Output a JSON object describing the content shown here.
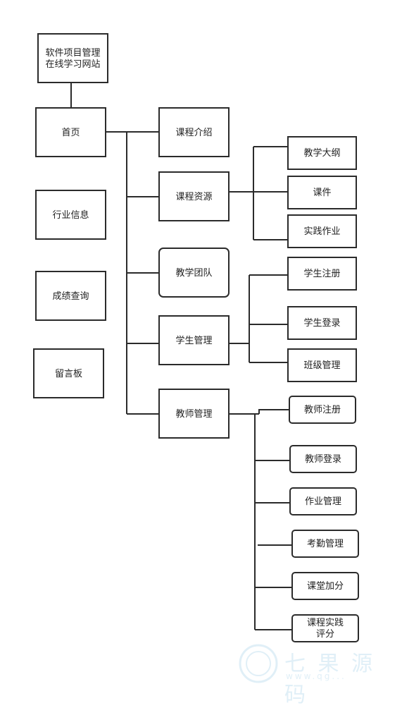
{
  "nodes": {
    "root": "软件项目管理在线学习网站",
    "home": "首页",
    "industry": "行业信息",
    "grades": "成绩查询",
    "board": "留言板",
    "course_intro": "课程介绍",
    "course_res": "课程资源",
    "team": "教学团队",
    "student_mgmt": "学生管理",
    "teacher_mgmt": "教师管理",
    "syllabus": "教学大纲",
    "courseware": "课件",
    "practice_hw": "实践作业",
    "stu_register": "学生注册",
    "stu_login": "学生登录",
    "class_mgmt": "班级管理",
    "tea_register": "教师注册",
    "tea_login": "教师登录",
    "hw_mgmt": "作业管理",
    "attendance": "考勤管理",
    "class_bonus": "课堂加分",
    "practice_score": "课程实践评分"
  },
  "watermark": {
    "text": "七 果 源 码",
    "sub": "www.qg..."
  },
  "colors": {
    "stroke": "#2b2b2b",
    "watermark": "#5aa9d6"
  }
}
